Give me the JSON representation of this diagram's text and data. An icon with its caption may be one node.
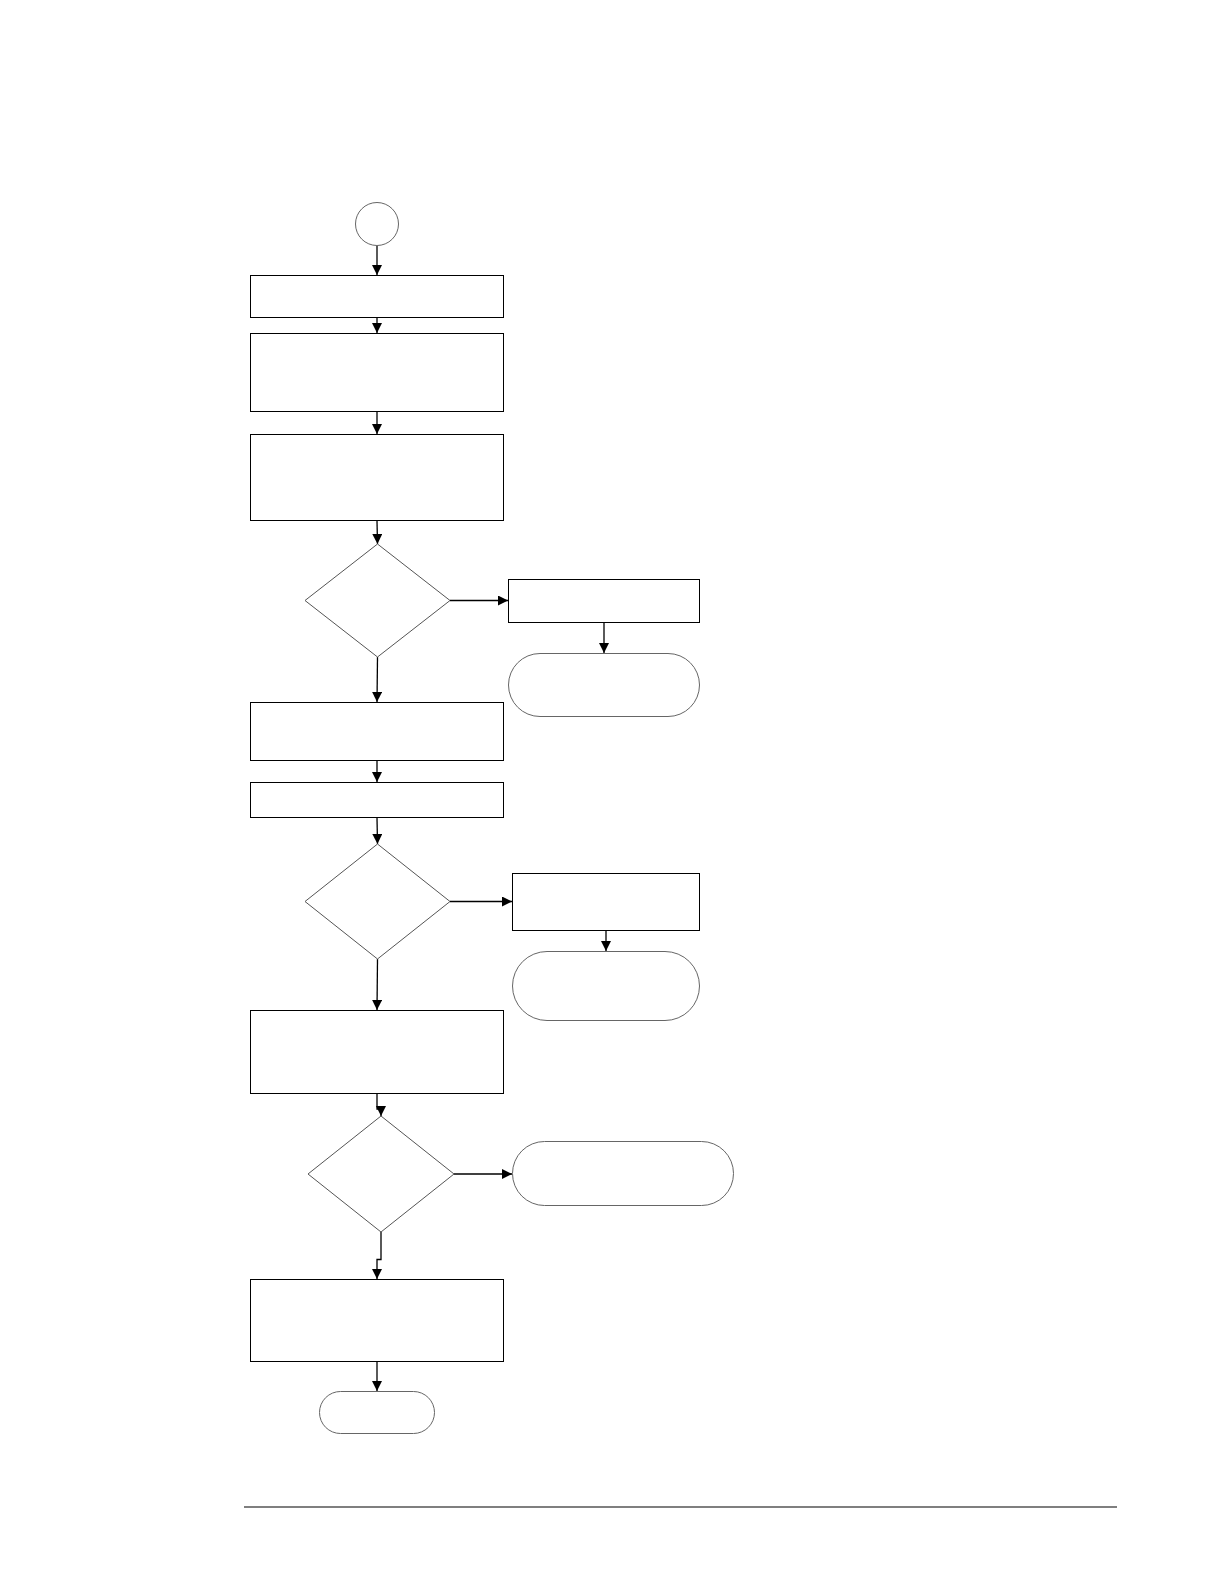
{
  "diagram": {
    "nodes": [
      {
        "text": [],
        "shape": "circle"
      },
      {
        "text": [],
        "shape": "box"
      },
      {
        "text": [],
        "shape": "box"
      },
      {
        "text": [],
        "shape": "box"
      },
      {
        "text": [],
        "shape": "diamond"
      },
      {
        "text": [],
        "shape": "box"
      },
      {
        "text": [],
        "shape": "oval"
      },
      {
        "text": [],
        "shape": "box"
      },
      {
        "text": [],
        "shape": "box"
      },
      {
        "text": [],
        "shape": "diamond"
      },
      {
        "text": [],
        "shape": "box"
      },
      {
        "text": [],
        "shape": "oval"
      },
      {
        "text": [],
        "shape": "box"
      },
      {
        "text": [],
        "shape": "diamond"
      },
      {
        "text": [],
        "shape": "oval"
      },
      {
        "text": [],
        "shape": "box"
      },
      {
        "text": [],
        "shape": "oval"
      }
    ],
    "edges": [
      {
        "from": 0,
        "to": 1,
        "arrow": "to"
      },
      {
        "from": 1,
        "to": 2,
        "arrow": "to"
      },
      {
        "from": 2,
        "to": 3,
        "arrow": "to"
      },
      {
        "from": 3,
        "to": 4,
        "arrow": "to"
      },
      {
        "from": 4,
        "to": 5,
        "arrow": "to"
      },
      {
        "from": 5,
        "to": 6,
        "arrow": "to"
      },
      {
        "from": 4,
        "to": 7,
        "arrow": "to"
      },
      {
        "from": 7,
        "to": 8,
        "arrow": "to"
      },
      {
        "from": 8,
        "to": 9,
        "arrow": "to"
      },
      {
        "from": 9,
        "to": 10,
        "arrow": "to"
      },
      {
        "from": 10,
        "to": 11,
        "arrow": "to"
      },
      {
        "from": 9,
        "to": 12,
        "arrow": "to"
      },
      {
        "from": 12,
        "to": 13,
        "arrow": "to"
      },
      {
        "from": 13,
        "to": 14,
        "arrow": "to"
      },
      {
        "from": 13,
        "to": 15,
        "arrow": "to"
      },
      {
        "from": 15,
        "to": 16,
        "arrow": "to"
      }
    ]
  }
}
